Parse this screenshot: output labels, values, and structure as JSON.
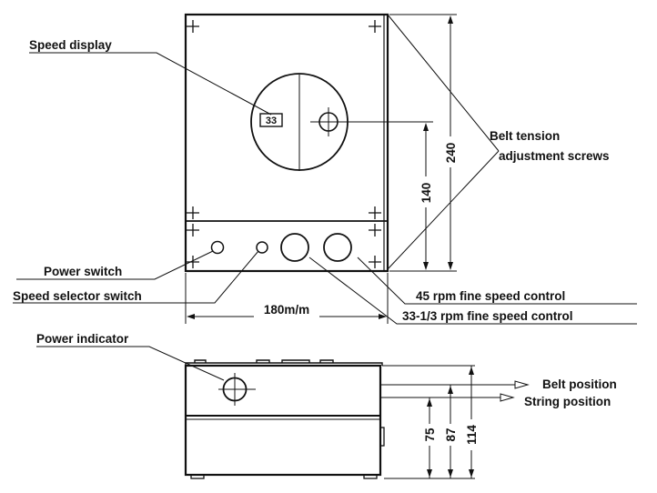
{
  "top_view": {
    "display_digits": "33",
    "dim_width": "180m/m",
    "dim_height_total": "240",
    "dim_height_spindle": "140"
  },
  "side_view": {
    "dim_a": "75",
    "dim_b": "87",
    "dim_c": "114"
  },
  "callouts": {
    "speed_display": "Speed display",
    "belt_tension_1": "Belt tension",
    "belt_tension_2": "adjustment screws",
    "power_switch": "Power switch",
    "speed_selector": "Speed selector switch",
    "fine_45": "45 rpm fine speed control",
    "fine_33": "33-1/3 rpm fine speed control",
    "power_indicator": "Power indicator",
    "belt_position": "Belt position",
    "string_position": "String position"
  }
}
